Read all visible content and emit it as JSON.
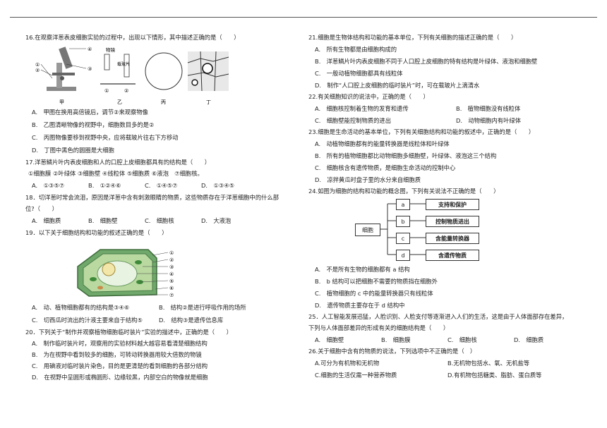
{
  "q16": {
    "stem": "16.在观察洋葱表皮细胞实验的过程中，出现以下情形，其中描述正确的是（　　）",
    "fig_labels": {
      "n1": "①",
      "n2": "②",
      "n3": "③",
      "n4": "④",
      "wujing": "物镜",
      "zaibopian": "载玻片",
      "jia": "甲",
      "yi": "乙",
      "bing": "丙",
      "ding": "丁"
    },
    "A": "A.　甲图在换用高倍镜后，调节②来观察物像",
    "B": "B.　乙图清晰物像的视野中，细胞数目多的是②",
    "C": "C.　丙图物像要移到视野中央，应将载玻片往右下方移动",
    "D": "D.　丁图中黑色的圆圈是大细胞"
  },
  "q17": {
    "stem": "17.洋葱鳞片叶内表皮细胞和人的口腔上皮细胞都具有的结构是（　　）",
    "items": "①细胞膜 ②叶绿体 ③细胞壁 ④线粒体 ⑤细胞质 ⑥液泡　⑦细胞核。",
    "A": "A.　①③⑤⑦",
    "B": "B.　①②④⑥",
    "C": "C.　①④⑤⑦",
    "D": "D.　①③④⑤"
  },
  "q18": {
    "stem1": "18．切洋葱时常会流泪，原因是洋葱中含有刺激眼睛的物质，这些物质存在于洋葱细胞中的什么部",
    "stem2": "位?（　　）",
    "A": "A.　细胞质",
    "B": "B.　细胞壁",
    "C": "C.　细胞核",
    "D": "D.　大液泡"
  },
  "q19": {
    "stem": "19．以下关于细胞结构和功能的叙述正确的是（　　）",
    "fig_labels": [
      "①",
      "②",
      "③",
      "④",
      "⑤",
      "⑥",
      "⑦"
    ],
    "A": "A.　动、植物细胞都有的结构是③④⑥",
    "B": "B.　结构②是进行呼吸作用的场所",
    "C": "C.　切西瓜时流出的汁液主要来自于结构⑤",
    "D": "D.　结构③是遗传信息库"
  },
  "q20": {
    "stem": "20．下列关于“制作并观察植物细胞临时装片”实验的描述中，正确的是（　　）",
    "A": "A.　制作临时装片时，观察用的实验材料越大越容易看清楚细胞结构",
    "B": "B.　为在视野中看到较多的细胞，可转动转换器用较大倍数的物镜",
    "C": "C.　用碘液对临时装片染色，目的是更清楚的看到细胞的各部分结构",
    "D": "D.　在视野中呈圆形或椭圆形、边缘较黑，内部空白的物像就是细胞"
  },
  "q21": {
    "stem": "21.细胞是生物体结构和功能的基本单位，下列有关细胞的描述正确的是（　　）",
    "A": "A.　所有生物都是由细胞构成的",
    "B": "B.　洋葱鳞片叶内表皮细胞不同于人口腔上皮细胞的特有结构是叶绿体、液泡和细胞壁",
    "C": "C.　一般动植物细胞都具有线粒体",
    "D": "D.　制作“人口腔上皮细胞的临时装片”时，可在载玻片上滴清水"
  },
  "q22": {
    "stem": "22.有关细胞知识的说法中，正确的是（　　）",
    "A": "A.　细胞核控制着生物的发育和遗传",
    "B": "B.　植物细胞没有线粒体",
    "C": "C.　细胞壁能控制物质的进出",
    "D": "D.　动物细胞内有叶绿体"
  },
  "q23": {
    "stem": "23.细胞是生命活动的基本单位，下列有关细胞结构和功能的叙述中，正确的是（　　）",
    "A": "A.　动植物细胞都有的能量转换器是线粒体和叶绿体",
    "B": "B.　所有的植物细胞都比动物细胞多细胞壁，叶绿体、液泡这三个结构",
    "C": "C.　细胞核含有遗传物质，是细胞生命活动的控制中心",
    "D": "D.　凉拌黄瓜时盘子里的水分来自细胞质"
  },
  "q24": {
    "stem": "24.如图为细胞的结构和功能的概念图，下列有关说法不正确的是（　　）",
    "concept_map": {
      "root": "细胞",
      "nodes": [
        {
          "key": "a",
          "label": "支持和保护"
        },
        {
          "key": "b",
          "label": "控制物质进出"
        },
        {
          "key": "c",
          "label": "含能量转换器"
        },
        {
          "key": "d",
          "label": "含遗传物质"
        }
      ]
    },
    "A": "A.　不是所有生物的细胞都有 a 结构",
    "B": "B.　b 结构可以把细胞不需要的物质挡在细胞外",
    "C": "C.　植物细胞的 c 中的能量转换器只有线粒体",
    "D": "D.　遗传物质主要存在于 d 结构中"
  },
  "q25": {
    "stem1": "25．人工智能发展迅猛，人脸识别、人脸支付等逐渐进入人们的生活，这是由于人体面部存在差异，",
    "stem2": "下列与人体面部差异的形成有关的细胞结构是（　　）",
    "A": "A.　细胞壁",
    "B": "B.　细胞膜",
    "C": "C.　细胞核",
    "D": "D.　细胞质"
  },
  "q26": {
    "stem": "26.关于细胞中含有的物质的说法，下列选项中不正确的是（　）",
    "A": "A.可分为有机物和无机物",
    "B": "B.无机物包括水、氧、无机盐等",
    "C": "C.细胞的生活仅需一种营养物质",
    "D": "D.有机物包括糖类、脂肪、蛋白质等"
  }
}
